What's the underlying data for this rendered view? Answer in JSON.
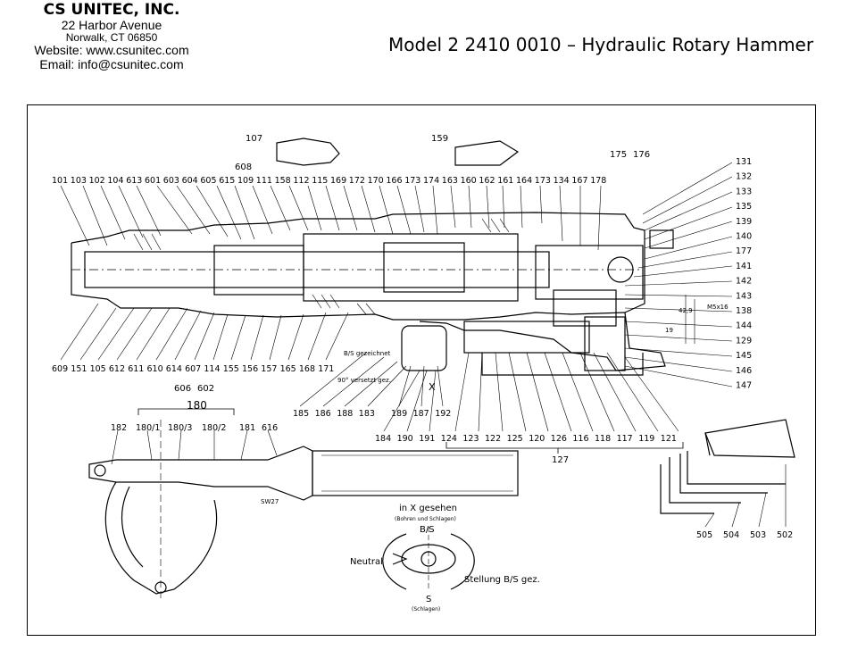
{
  "header": {
    "company_name": "CS UNITEC, INC.",
    "address": "22 Harbor Avenue",
    "city": "Norwalk, CT 06850",
    "website": "Website: www.csunitec.com",
    "email": "Email: info@csunitec.com",
    "title": "Model 2 2410 0010 – Hydraulic Rotary Hammer"
  },
  "diagram": {
    "top_labels": [
      "101",
      "103",
      "102",
      "104",
      "613",
      "601",
      "603",
      "604",
      "605",
      "615",
      "109",
      "111",
      "158",
      "112",
      "115",
      "169",
      "172",
      "170",
      "166",
      "173",
      "174",
      "163",
      "160",
      "162",
      "161",
      "164",
      "173",
      "134",
      "167",
      "178"
    ],
    "label_107": "107",
    "label_159": "159",
    "label_608": "608",
    "label_175": "175",
    "label_176": "176",
    "right_labels": [
      "131",
      "132",
      "133",
      "135",
      "139",
      "140",
      "177",
      "141",
      "142",
      "143",
      "138",
      "144",
      "129",
      "145",
      "146",
      "147"
    ],
    "bottom_left_labels": [
      "609",
      "151",
      "105",
      "612",
      "611",
      "610",
      "614",
      "607",
      "114",
      "155",
      "156",
      "157",
      "165",
      "168",
      "171"
    ],
    "label_606": "606",
    "label_602": "602",
    "lower_labels_1": [
      "185",
      "186",
      "188",
      "183"
    ],
    "lower_labels_2": [
      "189",
      "187",
      "192"
    ],
    "lower_labels_3": [
      "184",
      "190",
      "191",
      "124",
      "123",
      "122",
      "125",
      "120",
      "126",
      "116",
      "118",
      "117",
      "119",
      "121"
    ],
    "label_127": "127",
    "label_x": "X",
    "note_bs": "B/S gezeichnet",
    "note_90": "90° versetzt gez.",
    "dim_42": "42,9",
    "dim_19": "19",
    "dim_m5": "M5x16",
    "label_180": "180",
    "handle_labels": [
      "182",
      "180/1",
      "180/3",
      "180/2",
      "181",
      "616"
    ],
    "sw27": "SW27",
    "key_labels": [
      "505",
      "504",
      "503",
      "502"
    ],
    "x_view_title": "in X gesehen",
    "x_view_sub": "(Bohren und Schlagen)",
    "x_bs": "B/S",
    "x_neutral": "Neutral",
    "x_s": "S",
    "x_s_sub": "(Schlagen)",
    "x_stellung": "Stellung B/S gez."
  }
}
